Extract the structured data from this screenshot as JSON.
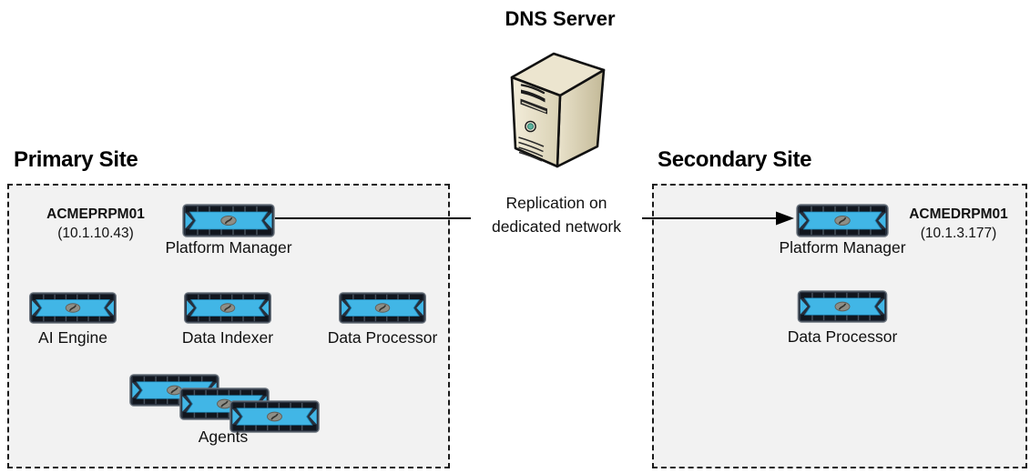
{
  "dns_server": {
    "label": "DNS Server"
  },
  "replication_link": {
    "line1": "Replication on",
    "line2": "dedicated network"
  },
  "primary_site": {
    "title": "Primary Site",
    "host_name": "ACMEPRPM01",
    "host_ip": "(10.1.10.43)",
    "platform_manager_label": "Platform Manager",
    "components": [
      "AI Engine",
      "Data Indexer",
      "Data Processor"
    ],
    "agents_label": "Agents"
  },
  "secondary_site": {
    "title": "Secondary Site",
    "host_name": "ACMEDRPM01",
    "host_ip": "(10.1.3.177)",
    "platform_manager_label": "Platform Manager",
    "data_processor_label": "Data Processor"
  },
  "colors": {
    "appliance_blue": "#41b6e6",
    "appliance_dark": "#27303d",
    "site_box_background": "#f2f2f2",
    "server_beige": "#e9e2cb",
    "power_button_teal": "#5cb49f"
  }
}
